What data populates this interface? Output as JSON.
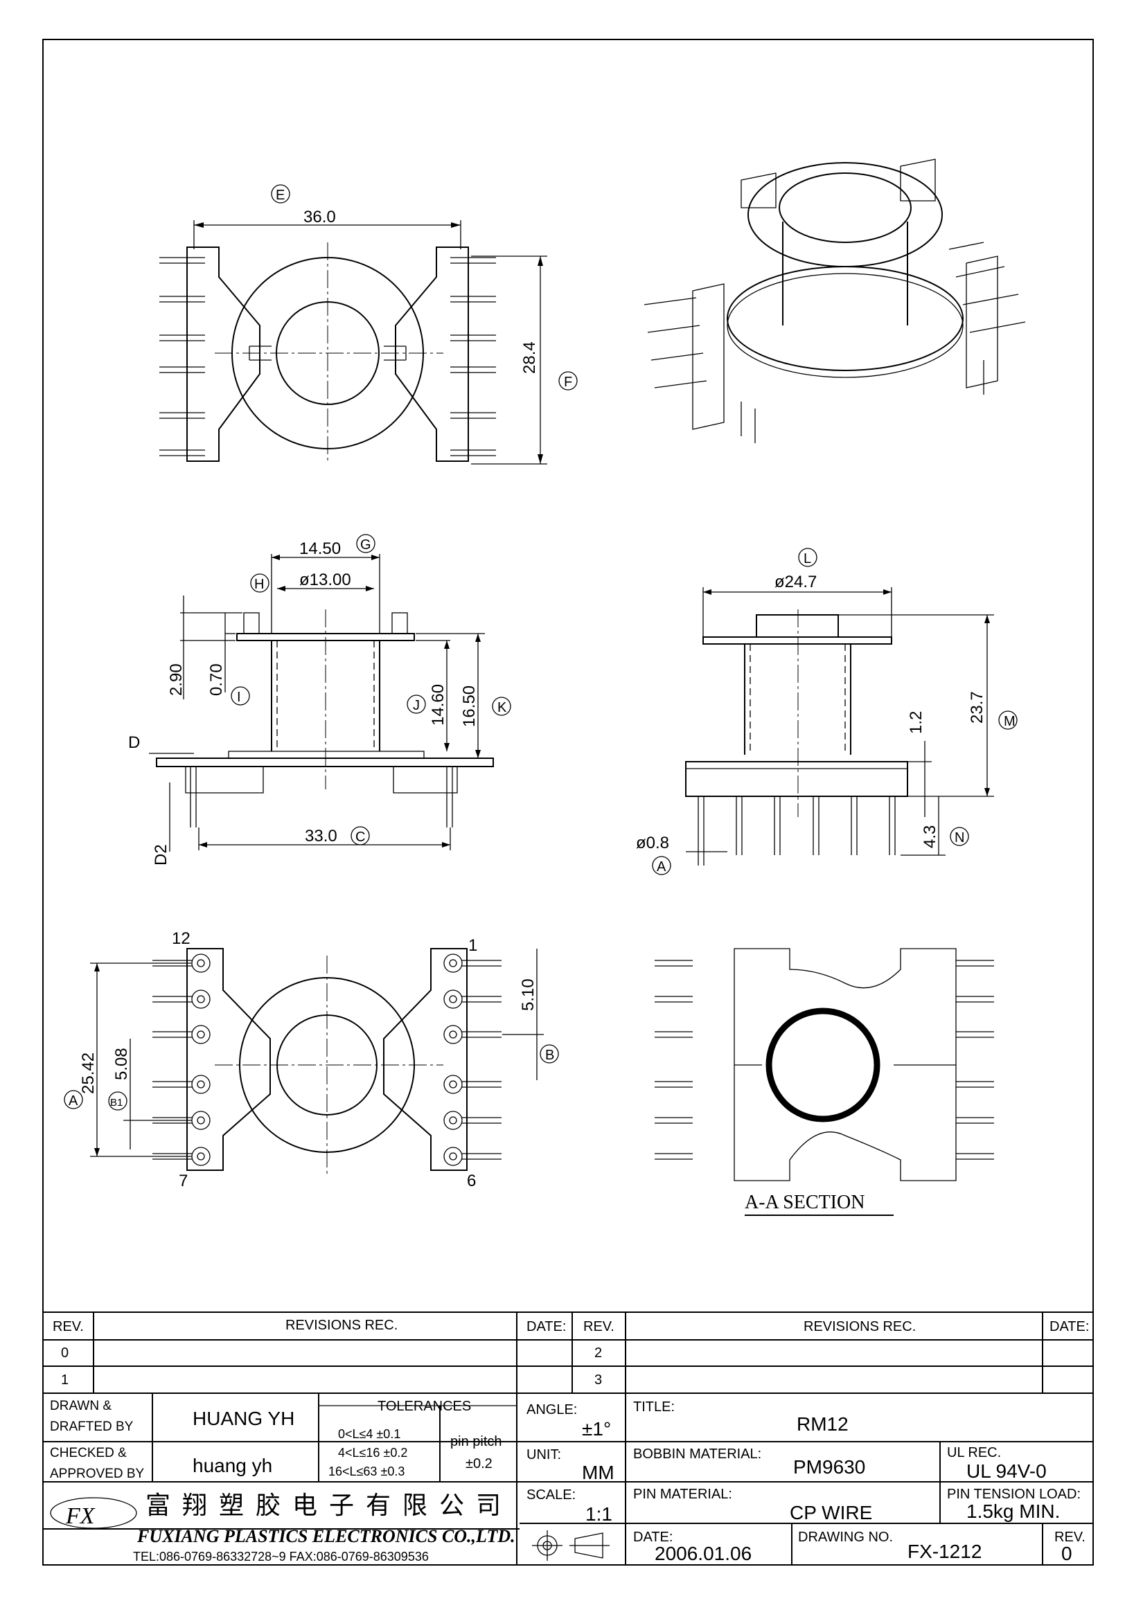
{
  "views": {
    "top": {
      "dim_width": "36.0",
      "tag_width": "E",
      "dim_height": "28.4",
      "tag_height": "F"
    },
    "front": {
      "dim_flange": "14.50",
      "tag_flange": "G",
      "dim_core": "ø13.00",
      "tag_core": "H",
      "dim_290": "2.90",
      "dim_070": "0.70",
      "tag_070": "I",
      "dim_1460": "14.60",
      "tag_1460": "J",
      "dim_1650": "16.50",
      "tag_1650": "K",
      "lbl_d": "D",
      "lbl_d2": "D2",
      "dim_base": "33.0",
      "tag_base": "C"
    },
    "side": {
      "dim_dia": "ø24.7",
      "tag_dia": "L",
      "dim_height": "23.7",
      "tag_height": "M",
      "dim_12": "1.2",
      "dim_pin": "ø0.8",
      "tag_pin": "A",
      "dim_43": "4.3",
      "tag_43": "N"
    },
    "bottom": {
      "pin_12": "12",
      "pin_1": "1",
      "pin_7": "7",
      "pin_6": "6",
      "dim_510": "5.10",
      "tag_510": "B",
      "dim_2542": "25.42",
      "tag_2542": "A",
      "dim_508": "5.08",
      "tag_508": "B1"
    },
    "section": {
      "caption": "A-A SECTION"
    }
  },
  "title_block": {
    "rev_header": "REV.",
    "revisions_header": "REVISIONS   REC.",
    "date_header": "DATE:",
    "rev_rows_left": [
      "0",
      "1"
    ],
    "rev_rows_right": [
      "2",
      "3"
    ],
    "drawn_label": "DRAWN  &\nDRAFTED  BY",
    "drawn_value": "HUANG  YH",
    "checked_label": "CHECKED  &\nAPPROVED  BY",
    "checked_value": "huang  yh",
    "tolerances_title": "TOLERANCES",
    "tol_rows": [
      "0<L≤4    ±0.1",
      "4<L≤16  ±0.2",
      "16<L≤63  ±0.3"
    ],
    "pin_pitch_label": "pin  pitch",
    "pin_pitch_value": "±0.2",
    "angle_label": "ANGLE:",
    "angle_value": "±1°",
    "unit_label": "UNIT:",
    "unit_value": "MM",
    "scale_label": "SCALE:",
    "scale_value": "1:1",
    "title_label": "TITLE:",
    "title_value": "RM12",
    "bobbin_material_label": "BOBBIN  MATERIAL:",
    "bobbin_material_value": "PM9630",
    "ul_label": "UL  REC.",
    "ul_value": "UL  94V-0",
    "pin_material_label": "PIN  MATERIAL:",
    "pin_material_value": "CP  WIRE",
    "pin_tension_label": "PIN  TENSION  LOAD:",
    "pin_tension_value": "1.5kg  MIN.",
    "date_label": "DATE:",
    "date_value": "2006.01.06",
    "drawing_no_label": "DRAWING  NO.",
    "drawing_no_value": "FX-1212",
    "rev_label": "REV.",
    "rev_value": "0",
    "company_cn": "富 翔 塑 胶 电 子 有 限 公 司",
    "company_en": "FUXIANG  PLASTICS  ELECTRONICS  CO.,LTD.",
    "company_contact": "TEL:086-0769-86332728~9   FAX:086-0769-86309536",
    "logo_text": "FX"
  }
}
